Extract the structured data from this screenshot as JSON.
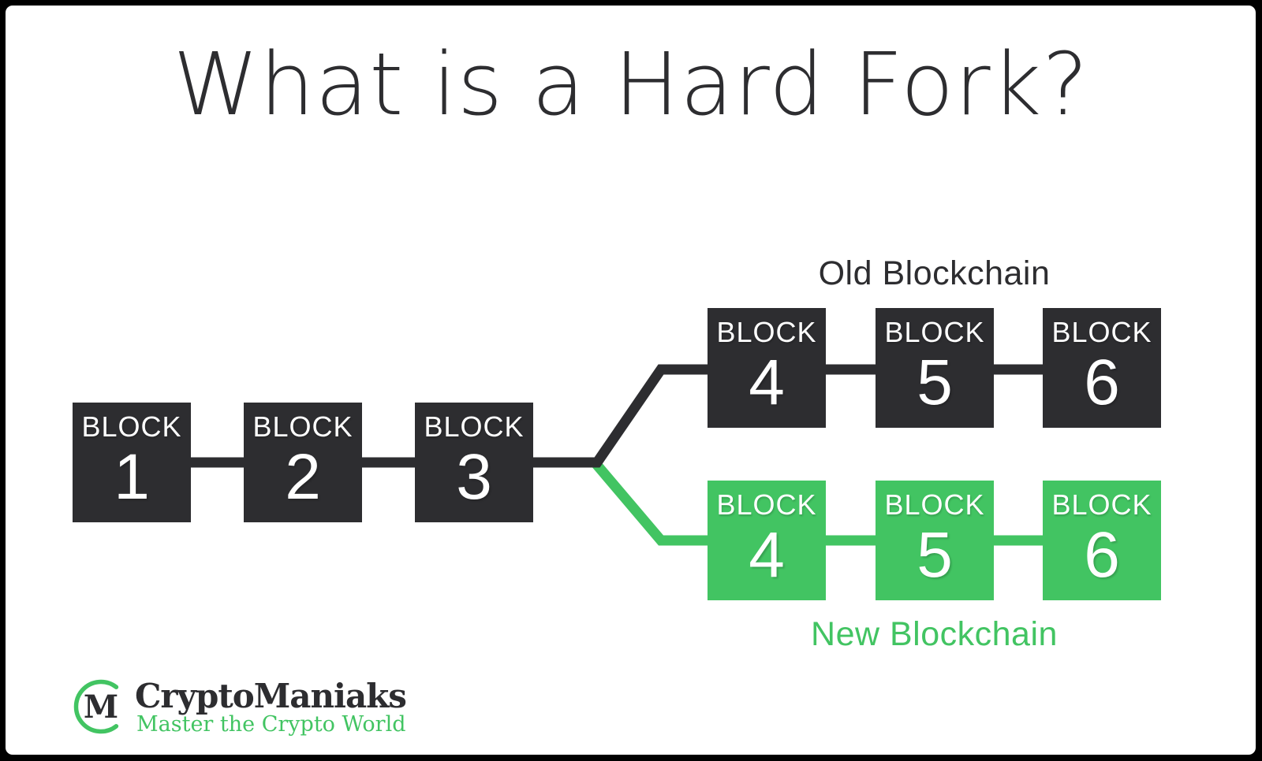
{
  "title": "What is a Hard Fork?",
  "colors": {
    "dark": "#2d2d30",
    "green": "#42c462",
    "background": "#ffffff",
    "frame": "#000000"
  },
  "chains": {
    "main": {
      "blocks": [
        {
          "label": "BLOCK",
          "number": "1"
        },
        {
          "label": "BLOCK",
          "number": "2"
        },
        {
          "label": "BLOCK",
          "number": "3"
        }
      ]
    },
    "old": {
      "title": "Old Blockchain",
      "blocks": [
        {
          "label": "BLOCK",
          "number": "4"
        },
        {
          "label": "BLOCK",
          "number": "5"
        },
        {
          "label": "BLOCK",
          "number": "6"
        }
      ]
    },
    "new": {
      "title": "New Blockchain",
      "blocks": [
        {
          "label": "BLOCK",
          "number": "4"
        },
        {
          "label": "BLOCK",
          "number": "5"
        },
        {
          "label": "BLOCK",
          "number": "6"
        }
      ]
    }
  },
  "logo": {
    "monogram": "M",
    "name": "CryptoManiaks",
    "tagline": "Master the Crypto World"
  }
}
